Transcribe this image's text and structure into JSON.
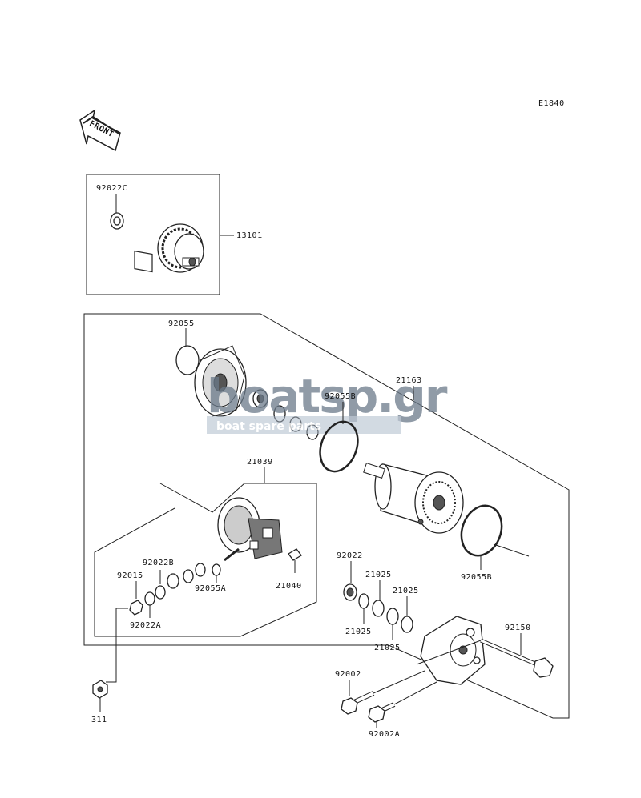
{
  "diagram_code": "E1840",
  "front_label": "FRONT",
  "watermark": {
    "logo": "boatsp.gr",
    "tagline": "boat spare parts"
  },
  "parts": {
    "p92022C": "92022C",
    "p13101": "13101",
    "p92055": "92055",
    "p21163": "21163",
    "p92055B_top": "92055B",
    "p92055B_bottom": "92055B",
    "p21039": "21039",
    "p92022B": "92022B",
    "p92015": "92015",
    "p92022A": "92022A",
    "p92055A": "92055A",
    "p21040": "21040",
    "p92022": "92022",
    "p21025_a": "21025",
    "p21025_b": "21025",
    "p21025_c": "21025",
    "p21025_d": "21025",
    "p92150": "92150",
    "p92002": "92002",
    "p92002A": "92002A",
    "p311": "311"
  }
}
